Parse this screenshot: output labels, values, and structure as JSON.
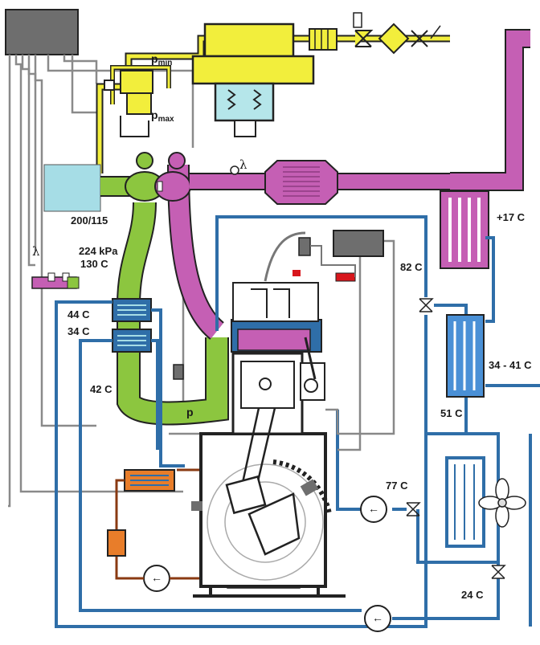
{
  "labels": {
    "p_min_main": "p",
    "p_min_sub": "min",
    "p_max_main": "p",
    "p_max_sub": "max",
    "lambda_top": "λ",
    "lambda_left": "λ",
    "turbo_ratio": "200/115",
    "boost_pressure": "224 kPa",
    "boost_temp": "130 C",
    "t_44": "44 C",
    "t_34": "34 C",
    "t_42": "42 C",
    "t_82": "82 C",
    "t_17": "+17 C",
    "t_34_41": "34 - 41 C",
    "t_51": "51 C",
    "t_77": "77 C",
    "t_24": "24 C",
    "p_sensor": "p",
    "pump_symbol": "←"
  },
  "colors": {
    "gas_fuel": "#f2ee3c",
    "gas_regulator": "#b5e6ea",
    "intake_air": "#8cc63f",
    "exhaust": "#c55fb4",
    "coolant": "#2f6ea8",
    "coolant_light": "#4a90d6",
    "oil": "#e87d2a",
    "intake_inlet": "#a6dde6",
    "control_unit": "#6e6e6e",
    "red_part": "#d8161c",
    "line_gray": "#777777"
  }
}
